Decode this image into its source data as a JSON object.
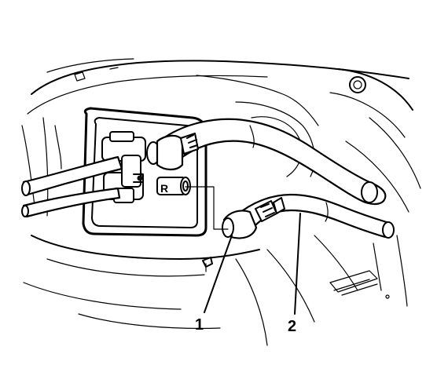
{
  "diagram": {
    "callouts": [
      {
        "id": "1",
        "label": "1"
      },
      {
        "id": "2",
        "label": "2"
      }
    ],
    "marking": "R"
  }
}
